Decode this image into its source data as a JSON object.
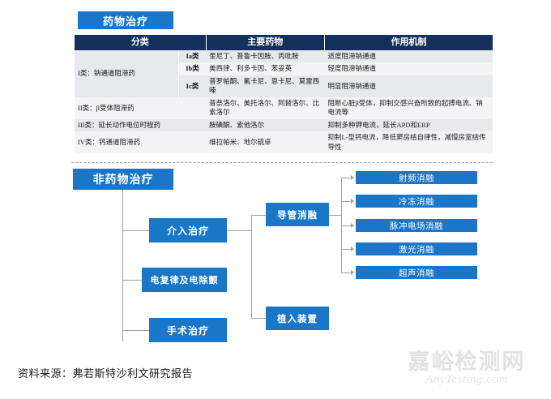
{
  "colors": {
    "accent_blue": "#1a76c8",
    "header_navy": "#14305c",
    "row_a": "#e8e9ed",
    "row_b": "#f4f4f6",
    "connector_gray": "#9aa0a8",
    "watermark_gray": "#e2e2e2"
  },
  "drug_section": {
    "badge": "药物治疗",
    "table": {
      "headers": [
        "分类",
        "主要药物",
        "作用机制"
      ],
      "rows": [
        {
          "class_label": "I类：钠通道阻滞药",
          "subrows": [
            {
              "sub": "Ia类",
              "drugs": "奎尼丁、普鲁卡因胺、丙吡胺",
              "mechanism": "适度阻滞钠通道"
            },
            {
              "sub": "Ib类",
              "drugs": "美西律、利多卡因、苯妥英",
              "mechanism": "轻度阻滞钠通道"
            },
            {
              "sub": "Ic类",
              "drugs": "普罗帕酮、氟卡尼、恩卡尼、莫雷西嗪",
              "mechanism": "明显阻滞钠通道"
            }
          ]
        },
        {
          "class_label": "II类：β受体阻滞药",
          "subrows": [
            {
              "sub": "",
              "drugs": "普萘洛尔、美托洛尔、阿替洛尔、比索洛尔",
              "mechanism": "阻断心脏β受体，抑制交感兴奋所致的起搏电流、钠电流等"
            }
          ]
        },
        {
          "class_label": "III类：延长动作电位时程药",
          "subrows": [
            {
              "sub": "",
              "drugs": "胺碘酮、索他洛尔",
              "mechanism": "抑制多种钾电流，延长APD和ERP"
            }
          ]
        },
        {
          "class_label": "IV类：钙通道阻滞药",
          "subrows": [
            {
              "sub": "",
              "drugs": "维拉帕米、地尔硫卓",
              "mechanism": "抑制L-型钙电流，降低窦房结自律性，减慢房室结传导性"
            }
          ]
        }
      ]
    }
  },
  "nondrug_section": {
    "badge": "非药物治疗",
    "level1": [
      {
        "label": "介入治疗"
      },
      {
        "label": "电复律及电除颤"
      },
      {
        "label": "手术治疗"
      }
    ],
    "level2": [
      {
        "label": "导管消融"
      },
      {
        "label": "植入装置"
      }
    ],
    "level3": [
      {
        "label": "射频消融"
      },
      {
        "label": "冷冻消融"
      },
      {
        "label": "脉冲电场消融"
      },
      {
        "label": "激光消融"
      },
      {
        "label": "超声消融"
      }
    ]
  },
  "footer": {
    "source": "资料来源：弗若斯特沙利文研究报告",
    "watermark_cn": "嘉峪检测网",
    "watermark_en": "AnyTesting.com"
  }
}
